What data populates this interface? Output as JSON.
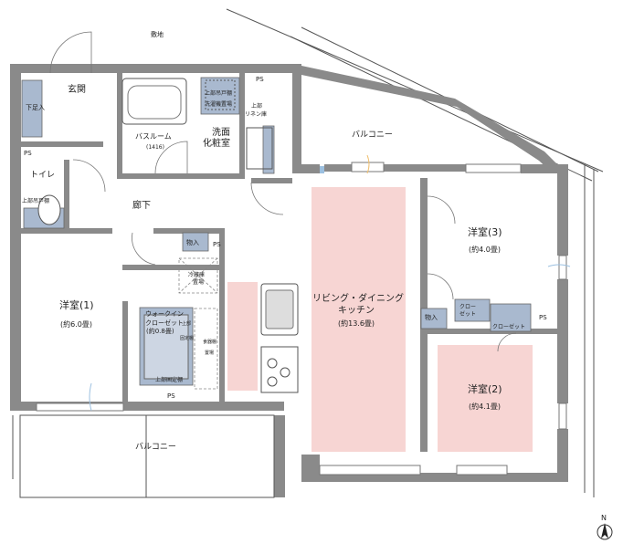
{
  "labels": {
    "top_note": "敷地",
    "entrance": "玄関",
    "shoe_box": "下足入",
    "ps_1": "PS",
    "ps_2": "PS",
    "ps_3": "PS",
    "ps_4": "PS",
    "ps_5": "PS",
    "bathroom": "バスルーム",
    "bathroom_size": "(1416)",
    "upper_cabinet": "上部吊戸棚",
    "washer_area": "洗濯機置場",
    "linen_shelf_upper": "上部",
    "linen_shelf_lower": "リネン庫",
    "washroom_1": "洗面",
    "washroom_2": "化粧室",
    "balcony_top": "バルコニー",
    "toilet": "トイレ",
    "toilet_upper": "上部吊戸棚",
    "hallway": "廊下",
    "storage_1": "物入",
    "fridge_1": "冷蔵庫",
    "fridge_2": "置場",
    "room1_name": "洋室(1)",
    "room1_size": "(約6.0畳)",
    "wic_1": "ウォークイン",
    "wic_2": "クローゼット",
    "wic_size": "(約0.8畳)",
    "wic_shelf_side_1": "上部",
    "wic_shelf_side_2": "固定棚",
    "wic_shelf_bottom": "上部固定棚",
    "dish_1": "食器棚",
    "dish_2": "置場",
    "ldk_1": "リビング・ダイニング",
    "ldk_2": "キッチン",
    "ldk_size": "(約13.6畳)",
    "room3_name": "洋室(3)",
    "room3_size": "(約4.0畳)",
    "closet_1": "クロー",
    "closet_2": "ゼット",
    "storage_2": "物入",
    "closet_room2": "クローゼット",
    "room2_name": "洋室(2)",
    "room2_size": "(約4.1畳)",
    "balcony_bottom": "バルコニー",
    "north": "N"
  },
  "colors": {
    "wall": "#8a8a8a",
    "highlight_pink": "#f7d5d3",
    "fixture_blue": "#a9b9cf",
    "window_glass": "#9cc0e0",
    "window_warm": "#f0c070"
  },
  "icons": [
    "north-arrow-icon",
    "door-swing-icon",
    "window-icon",
    "stove-burner-icon",
    "sink-icon",
    "toilet-icon",
    "bathtub-icon"
  ]
}
